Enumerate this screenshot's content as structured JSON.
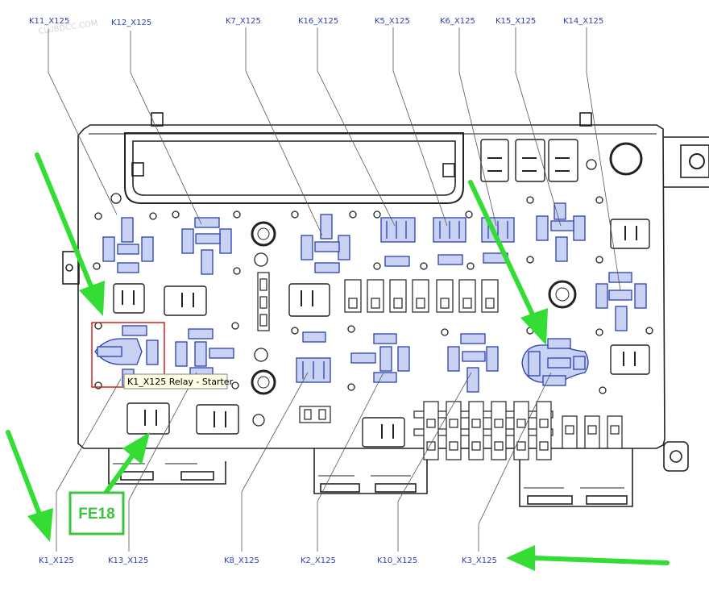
{
  "watermark": "CLUBDCC.COM",
  "top_labels": [
    "K11_X125",
    "K12_X125",
    "K7_X125",
    "K16_X125",
    "K5_X125",
    "K6_X125",
    "K15_X125",
    "K14_X125"
  ],
  "bottom_labels": [
    "K1_X125",
    "K13_X125",
    "K8_X125",
    "K2_X125",
    "K10_X125",
    "K3_X125"
  ],
  "tooltip": "K1_X125 Relay - Starter",
  "callout": "FE18",
  "colors": {
    "outline": "#222222",
    "relay": "#2a3fb0",
    "relay_fill": "#c9d2f3",
    "arrow": "#33dd33",
    "highlight": "#cc2222",
    "callout": "#3cc43c"
  }
}
